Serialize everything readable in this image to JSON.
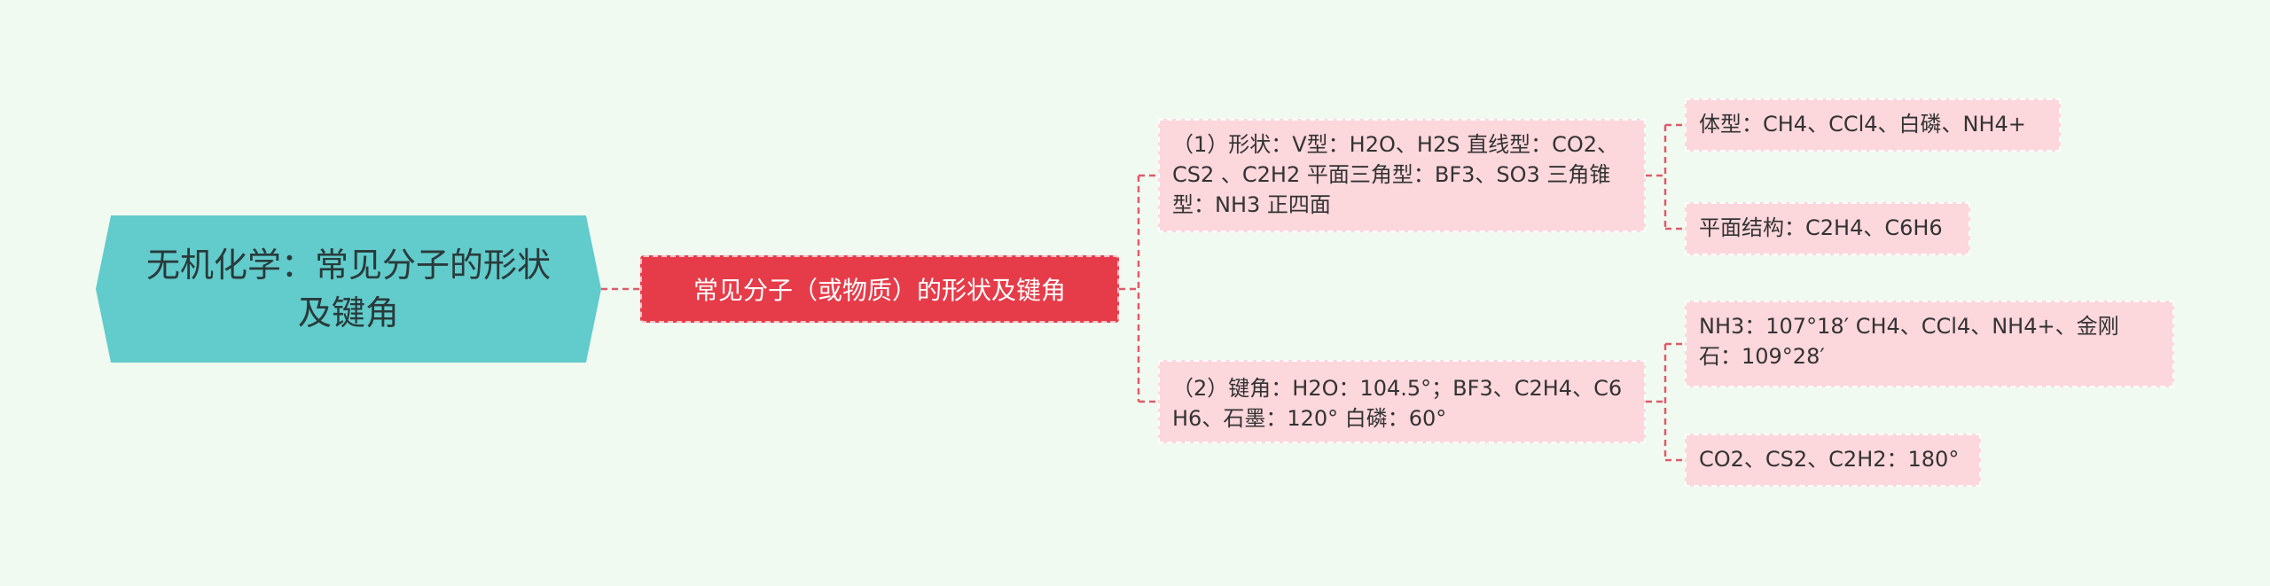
{
  "root": {
    "title": "无机化学：常见分子的形状及键角"
  },
  "branch": {
    "label": "常见分子（或物质）的形状及键角"
  },
  "shape": {
    "label": "（1）形状：V型：H2O、H2S 直线型：CO2、CS2 、C2H2 平面三角型：BF3、SO3 三角锥型：NH3 正四面",
    "children": [
      "体型：CH4、CCl4、白磷、NH4+",
      "平面结构：C2H4、C6H6"
    ]
  },
  "angle": {
    "label": "（2）键角：H2O：104.5°；BF3、C2H4、C6H6、石墨：120° 白磷：60°",
    "children": [
      "NH3：107°18′ CH4、CCl4、NH4+、金刚石：109°28′",
      "CO2、CS2、C2H2：180°"
    ]
  },
  "colors": {
    "background": "#f0faf0",
    "root": "#62cbcb",
    "branch": "#e63c4a",
    "node": "#fcd7dc",
    "line": "#e05a6a"
  }
}
